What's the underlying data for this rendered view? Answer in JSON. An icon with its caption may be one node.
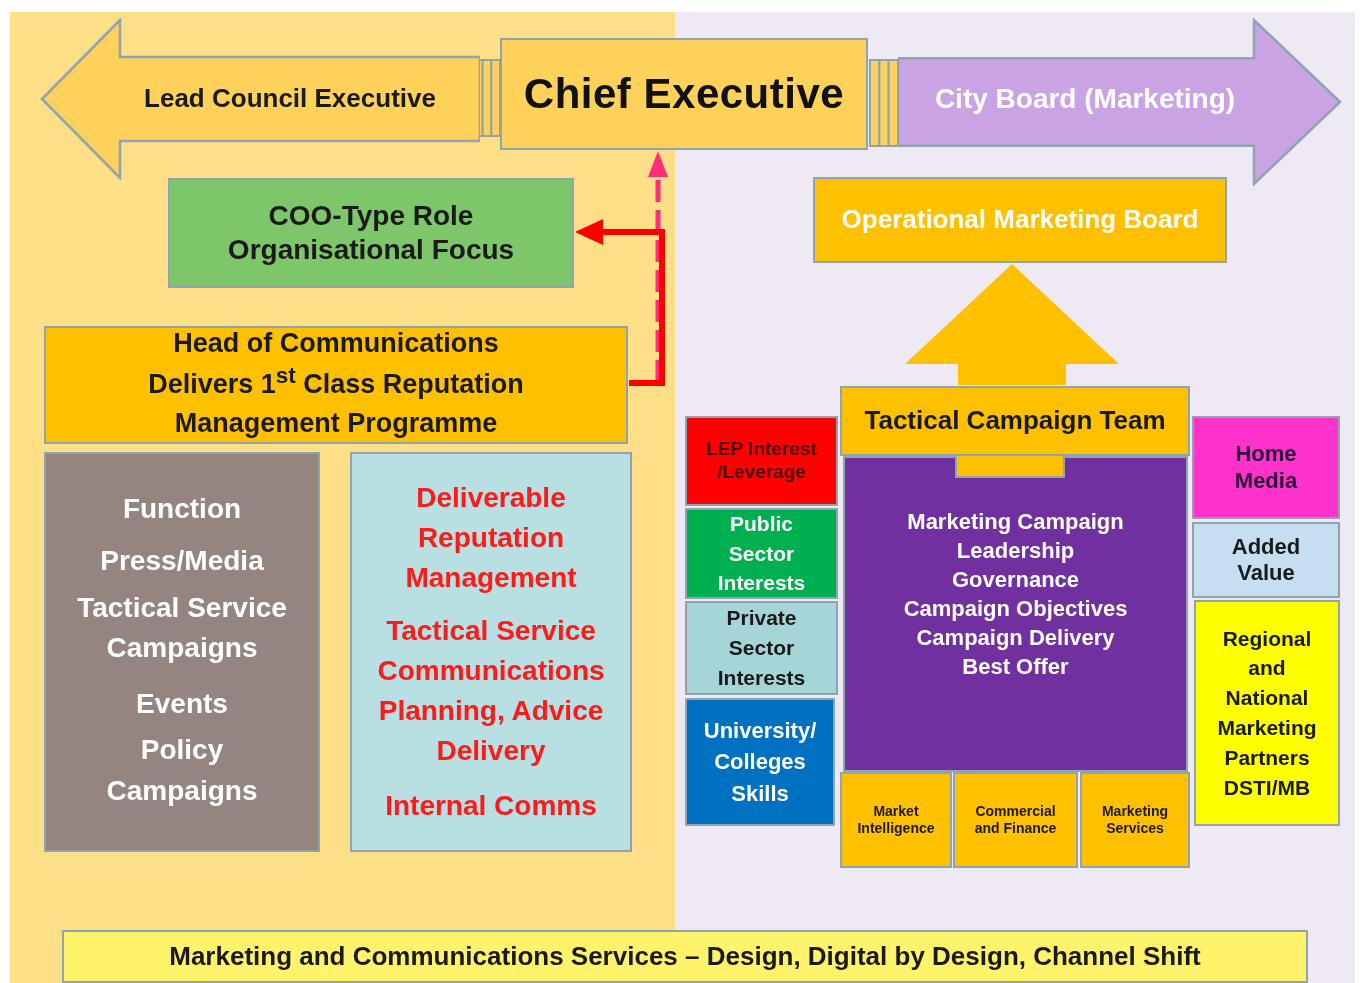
{
  "diagram": {
    "nodes": [
      {
        "text": [
          "Lead Council Executive"
        ]
      },
      {
        "text": [
          "Chief Executive"
        ]
      },
      {
        "text": [
          "City Board (Marketing)"
        ]
      },
      {
        "text": [
          "COO-Type Role Organisational Focus"
        ]
      },
      {
        "text": [
          "Head of Communications",
          "Delivers 1$^{st}$ Class Reputation Management Programme"
        ]
      },
      {
        "text": [
          "Function",
          "Press/Media",
          "Tactical Service Campaigns",
          "Events",
          "Policy Campaigns"
        ]
      },
      {
        "text": [
          "Deliverable Reputation Management",
          "Tactical Service Communications Planning, Advice Delivery",
          "Internal Comms"
        ]
      },
      {
        "text": [
          "Operational Marketing Board"
        ]
      },
      {
        "text": [
          "Tactical Campaign Team"
        ]
      },
      {
        "text": [
          "LEP Interest /Leverage"
        ]
      },
      {
        "text": [
          "Public Sector Interests"
        ]
      },
      {
        "text": [
          "Private Sector Interests"
        ]
      },
      {
        "text": [
          "University/ Colleges Skills"
        ]
      },
      {
        "text": [
          "Marketing Campaign",
          "Leadership",
          "Governance",
          "Campaign Objectives",
          "Campaign Delivery",
          "Best Offer"
        ]
      },
      {
        "text": [
          "Market Intelligence"
        ]
      },
      {
        "text": [
          "Commercial and Finance"
        ]
      },
      {
        "text": [
          "Marketing Services"
        ]
      },
      {
        "text": [
          "Home Media"
        ]
      },
      {
        "text": [
          "Added Value"
        ]
      },
      {
        "text": [
          "Regional and National Marketing Partners DSTI/MB"
        ]
      },
      {
        "text": [
          "Marketing and Communications Services – Design, Digital by Design, Channel Shift"
        ]
      }
    ],
    "edges": [
      {
        "from": 4,
        "to": 1,
        "arrow": "to",
        "style": "dashed",
        "color": "#ff2d7a"
      },
      {
        "from": 4,
        "to": 3,
        "arrow": "to",
        "color": "#ff0000"
      },
      {
        "from": 8,
        "to": 7,
        "arrow": "to",
        "style": "thick",
        "color": "#ffc000"
      }
    ]
  }
}
